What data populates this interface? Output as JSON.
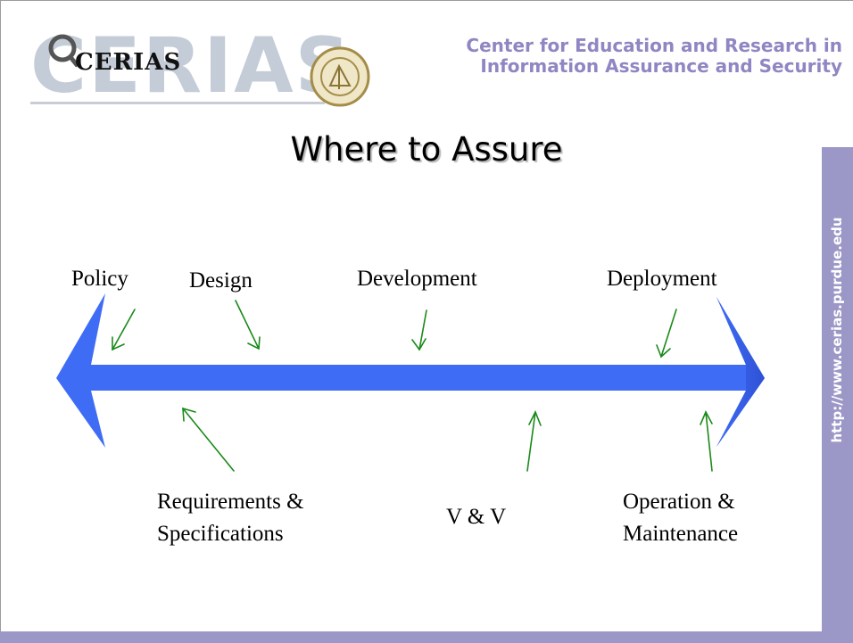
{
  "logo": {
    "big_text": "CERIAS",
    "small_text": "CERIAS"
  },
  "header": {
    "center_line1": "Center for Education and Research in",
    "center_line2": "Information Assurance and Security"
  },
  "slide_title": "Where to Assure",
  "sidebar_url": "http://www.cerias.purdue.edu",
  "stages_top": [
    "Policy",
    "Design",
    "Development",
    "Deployment"
  ],
  "stages_bottom": {
    "req_line1": "Requirements &",
    "req_line2": "Specifications",
    "vv": "V & V",
    "op_line1": "Operation &",
    "op_line2": "Maintenance"
  },
  "colors": {
    "arrow": "#3f6cf5",
    "pointers": "#1a8a1a",
    "accent": "#9b97c7",
    "header_text": "#8f86c2"
  }
}
